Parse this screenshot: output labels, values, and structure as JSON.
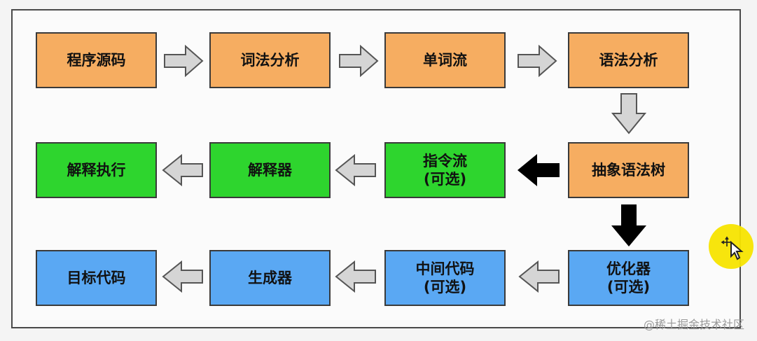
{
  "diagram": {
    "rows": [
      [
        "程序源码",
        "词法分析",
        "单词流",
        "语法分析"
      ],
      [
        "解释执行",
        "解释器",
        "指令流",
        "(可选)",
        "抽象语法树"
      ],
      [
        "目标代码",
        "生成器",
        "中间代码",
        "(可选)",
        "优化器",
        "(可选)"
      ]
    ],
    "colors": {
      "orange": "#f6ad61",
      "green": "#2ed52e",
      "blue": "#5aa8f3",
      "gray_arrow": "#d5d5d5",
      "black_arrow": "#000000",
      "cursor_highlight": "#f7e400"
    }
  },
  "watermark": "@稀土掘金技术社区"
}
